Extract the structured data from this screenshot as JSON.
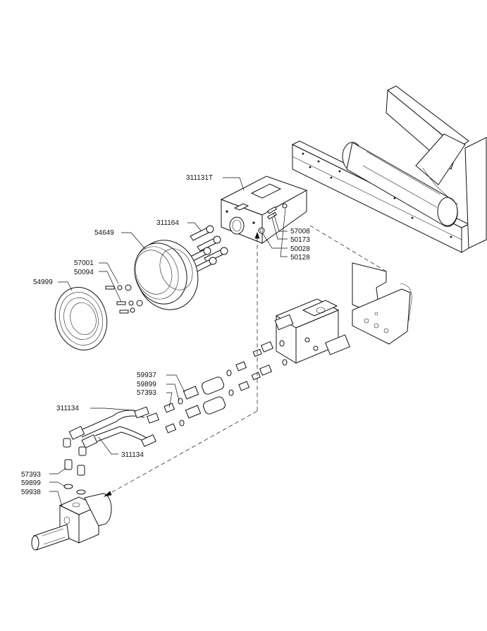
{
  "labels": {
    "l311131T": "311131T",
    "l311164": "311164",
    "l54649": "54649",
    "l57001": "57001",
    "l50094": "50094",
    "l54999": "54999",
    "l57008": "57008",
    "l50173": "50173",
    "l50028": "50028",
    "l50128": "50128",
    "l59937": "59937",
    "l59899a": "59899",
    "l57393a": "57393",
    "l311134a": "311134",
    "l311134b": "311134",
    "l57393b": "57393",
    "l59899b": "59899",
    "l59938": "59938"
  },
  "colors": {
    "line": "#111111",
    "background": "#ffffff"
  }
}
